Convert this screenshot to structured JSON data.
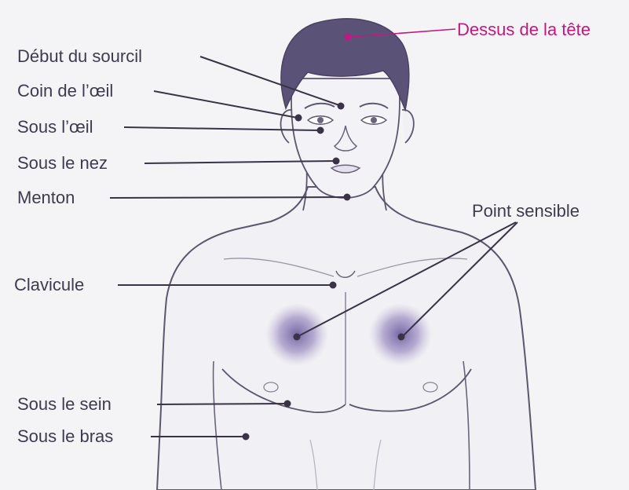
{
  "colors": {
    "background": "#f4f4f6",
    "outline": "#5d566c",
    "hair": "#5b5278",
    "label_text": "#3f3a4f",
    "highlight_label": "#c0187f",
    "point_marker": "#3a3346",
    "sensitive_zone": "#7a6aa8"
  },
  "labels": {
    "top_of_head": "Dessus de la tête",
    "eyebrow_start": "Début du sourcil",
    "eye_corner": "Coin de l’œil",
    "under_eye": "Sous l’œil",
    "under_nose": "Sous le nez",
    "chin": "Menton",
    "sensitive_point": "Point sensible",
    "collarbone": "Clavicule",
    "under_breast": "Sous le sein",
    "under_arm": "Sous le bras"
  }
}
